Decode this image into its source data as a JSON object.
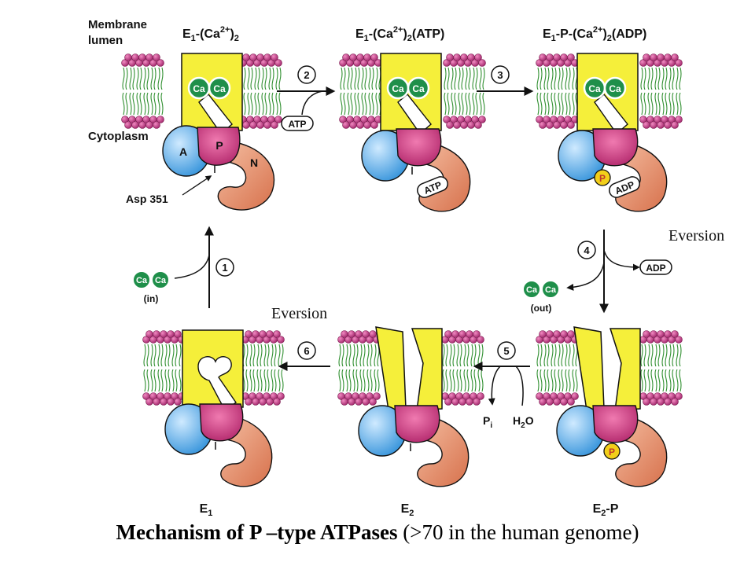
{
  "labels": {
    "membrane": "Membrane",
    "lumen": "lumen",
    "cytoplasm": "Cytoplasm",
    "asp": "Asp 351"
  },
  "domains": {
    "a": "A",
    "p": "P",
    "n": "N"
  },
  "ion": "Ca",
  "phosphate": "P",
  "states": {
    "s1": {
      "pre": "E",
      "sub": "1",
      "mid": "-(Ca",
      "sup": "2+",
      "post": ")",
      "sub2": "2",
      "tail": ""
    },
    "s2": {
      "pre": "E",
      "sub": "1",
      "mid": "-(Ca",
      "sup": "2+",
      "post": ")",
      "sub2": "2",
      "tail": "(ATP)"
    },
    "s3": {
      "pre": "E",
      "sub": "1",
      "mid": "-P-(Ca",
      "sup": "2+",
      "post": ")",
      "sub2": "2",
      "tail": "(ADP)"
    },
    "e1": {
      "main": "E",
      "sub": "1",
      "tail": ""
    },
    "e2": {
      "main": "E",
      "sub": "2",
      "tail": ""
    },
    "e2p": {
      "main": "E",
      "sub": "2",
      "tail": "-P"
    }
  },
  "steps": {
    "one": "1",
    "two": "2",
    "three": "3",
    "four": "4",
    "five": "5",
    "six": "6"
  },
  "reactants": {
    "atp": "ATP",
    "adp": "ADP",
    "ca_in": "(in)",
    "ca_out": "(out)",
    "pi_main": "P",
    "pi_sub": "i",
    "h2o_a": "H",
    "h2o_sub": "2",
    "h2o_b": "O"
  },
  "eversion": {
    "first": "Eversion",
    "second": "Eversion"
  },
  "caption": {
    "bold": "Mechanism of P –type ATPases",
    "normal": " (>70 in the human genome)"
  },
  "colors": {
    "helix": "#f5ef3a",
    "a_domain": "#4aa8e8",
    "p_domain": "#c8357a",
    "n_domain": "#e4906a",
    "lipid_head": "#b8307a",
    "lipid_tail": "#3a9a3a",
    "ca": "#1f8f4a",
    "phosphate": "#f2cf1a"
  }
}
